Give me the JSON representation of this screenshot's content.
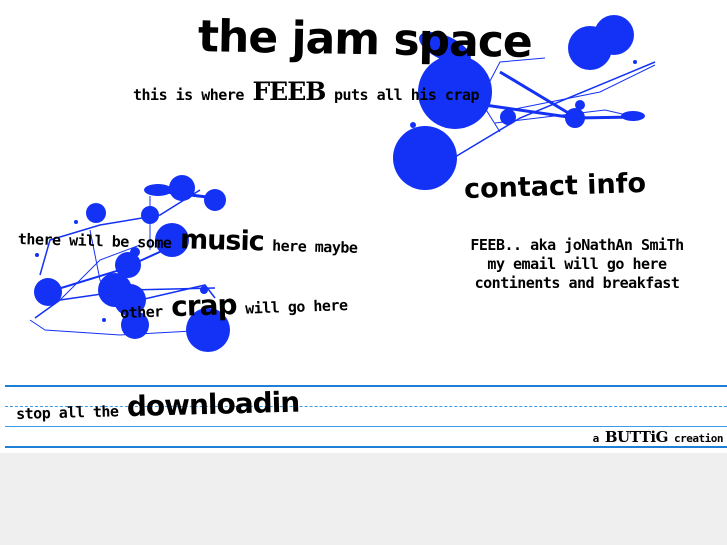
{
  "header": {
    "title": "the jam space",
    "tagline_pre": "this is where",
    "tagline_name": "FEEB",
    "tagline_post": "puts all his crap"
  },
  "contact": {
    "heading": "contact info",
    "lines": [
      "FEEB.. aka joNathAn SmiTh",
      "my email will go here",
      "continents and breakfast"
    ]
  },
  "sections": {
    "music_pre": "there will be some",
    "music_word": "music",
    "music_post": "here maybe",
    "crap_pre": "other",
    "crap_word": "crap",
    "crap_post": "will go here"
  },
  "footer": {
    "downloads_pre": "stop all the",
    "downloads_word": "downloadin",
    "credit_pre": "a",
    "credit_name": "BUTTiG",
    "credit_post": "creation"
  },
  "colors": {
    "splatter": "#1432f5",
    "rule": "#1e7fd6",
    "text": "#000000",
    "page_bg": "#ffffff",
    "outer_bg": "#efefef"
  }
}
